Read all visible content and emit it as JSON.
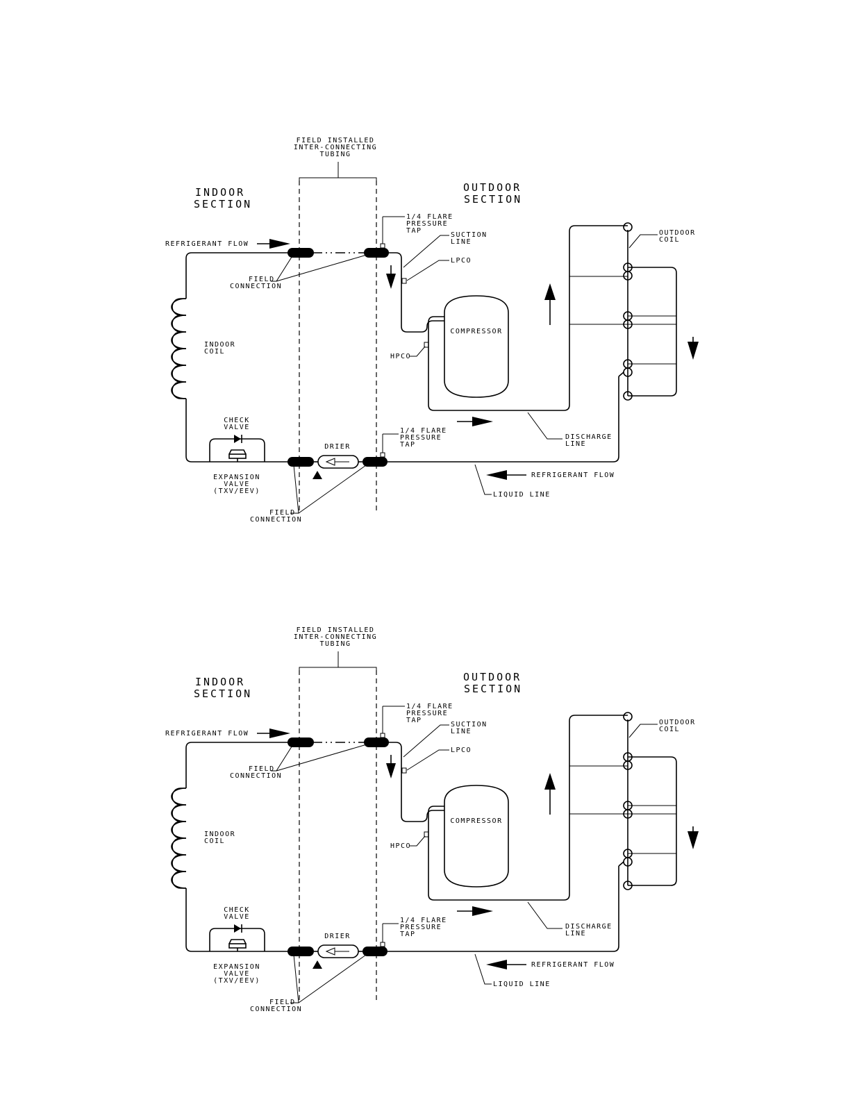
{
  "diagrams": [
    {
      "field_installed": [
        "FIELD INSTALLED",
        "INTER-CONNECTING",
        "TUBING"
      ],
      "indoor_section": [
        "INDOOR",
        "SECTION"
      ],
      "outdoor_section": [
        "OUTDOOR",
        "SECTION"
      ],
      "refrigerant_flow_top": "REFRIGERANT FLOW",
      "flare_tap_top": [
        "1/4 FLARE",
        "PRESSURE",
        "TAP"
      ],
      "suction_line": [
        "SUCTION",
        "LINE"
      ],
      "lpco": "LPCO",
      "outdoor_coil": [
        "OUTDOOR",
        "COIL"
      ],
      "field_connection_top": [
        "FIELD",
        "CONNECTION"
      ],
      "indoor_coil": [
        "INDOOR",
        "COIL"
      ],
      "compressor": "COMPRESSOR",
      "hpco": "HPCO",
      "check_valve": [
        "CHECK",
        "VALVE"
      ],
      "drier": "DRIER",
      "flare_tap_bottom": [
        "1/4 FLARE",
        "PRESSURE",
        "TAP"
      ],
      "discharge_line": [
        "DISCHARGE",
        "LINE"
      ],
      "expansion_valve": [
        "EXPANSION",
        "VALVE",
        "(TXV/EEV)"
      ],
      "refrigerant_flow_bottom": "REFRIGERANT FLOW",
      "liquid_line": "LIQUID LINE",
      "field_connection_bottom": [
        "FIELD",
        "CONNECTION"
      ]
    },
    {
      "field_installed": [
        "FIELD INSTALLED",
        "INTER-CONNECTING",
        "TUBING"
      ],
      "indoor_section": [
        "INDOOR",
        "SECTION"
      ],
      "outdoor_section": [
        "OUTDOOR",
        "SECTION"
      ],
      "refrigerant_flow_top": "REFRIGERANT FLOW",
      "flare_tap_top": [
        "1/4 FLARE",
        "PRESSURE",
        "TAP"
      ],
      "suction_line": [
        "SUCTION",
        "LINE"
      ],
      "lpco": "LPCO",
      "outdoor_coil": [
        "OUTDOOR",
        "COIL"
      ],
      "field_connection_top": [
        "FIELD",
        "CONNECTION"
      ],
      "indoor_coil": [
        "INDOOR",
        "COIL"
      ],
      "compressor": "COMPRESSOR",
      "hpco": "HPCO",
      "check_valve": [
        "CHECK",
        "VALVE"
      ],
      "drier": "DRIER",
      "flare_tap_bottom": [
        "1/4 FLARE",
        "PRESSURE",
        "TAP"
      ],
      "discharge_line": [
        "DISCHARGE",
        "LINE"
      ],
      "expansion_valve": [
        "EXPANSION",
        "VALVE",
        "(TXV/EEV)"
      ],
      "refrigerant_flow_bottom": "REFRIGERANT FLOW",
      "liquid_line": "LIQUID LINE",
      "field_connection_bottom": [
        "FIELD",
        "CONNECTION"
      ]
    }
  ]
}
